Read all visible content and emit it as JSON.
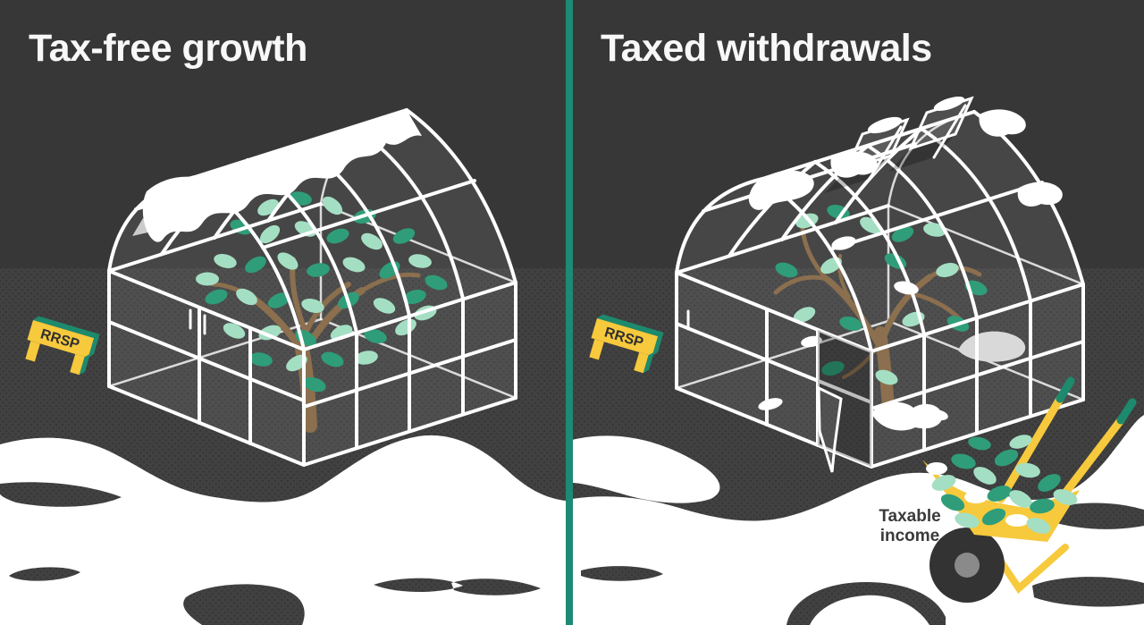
{
  "left_panel": {
    "title": "Tax-free growth",
    "sign_label": "RRSP"
  },
  "right_panel": {
    "title": "Taxed withdrawals",
    "sign_label": "RRSP",
    "wheelbarrow_label": "Taxable income"
  },
  "colors": {
    "bg-top": "#373737",
    "bg-ground": "#414141",
    "dot": "#363636",
    "divider": "#1d8a74",
    "frame": "#ffffff",
    "snow": "#ffffff",
    "leaf-light": "#a5dfc3",
    "leaf-dark": "#2f9d79",
    "trunk": "#8b6f4e",
    "sign-yellow": "#f7c93c",
    "sign-green": "#1d8a6e",
    "wheel-dark": "#333333",
    "hub-gray": "#8a8a8a",
    "drift-gray": "#d9d9d9",
    "label-dark": "#3a3a3a",
    "title": "#f8f8f8"
  }
}
